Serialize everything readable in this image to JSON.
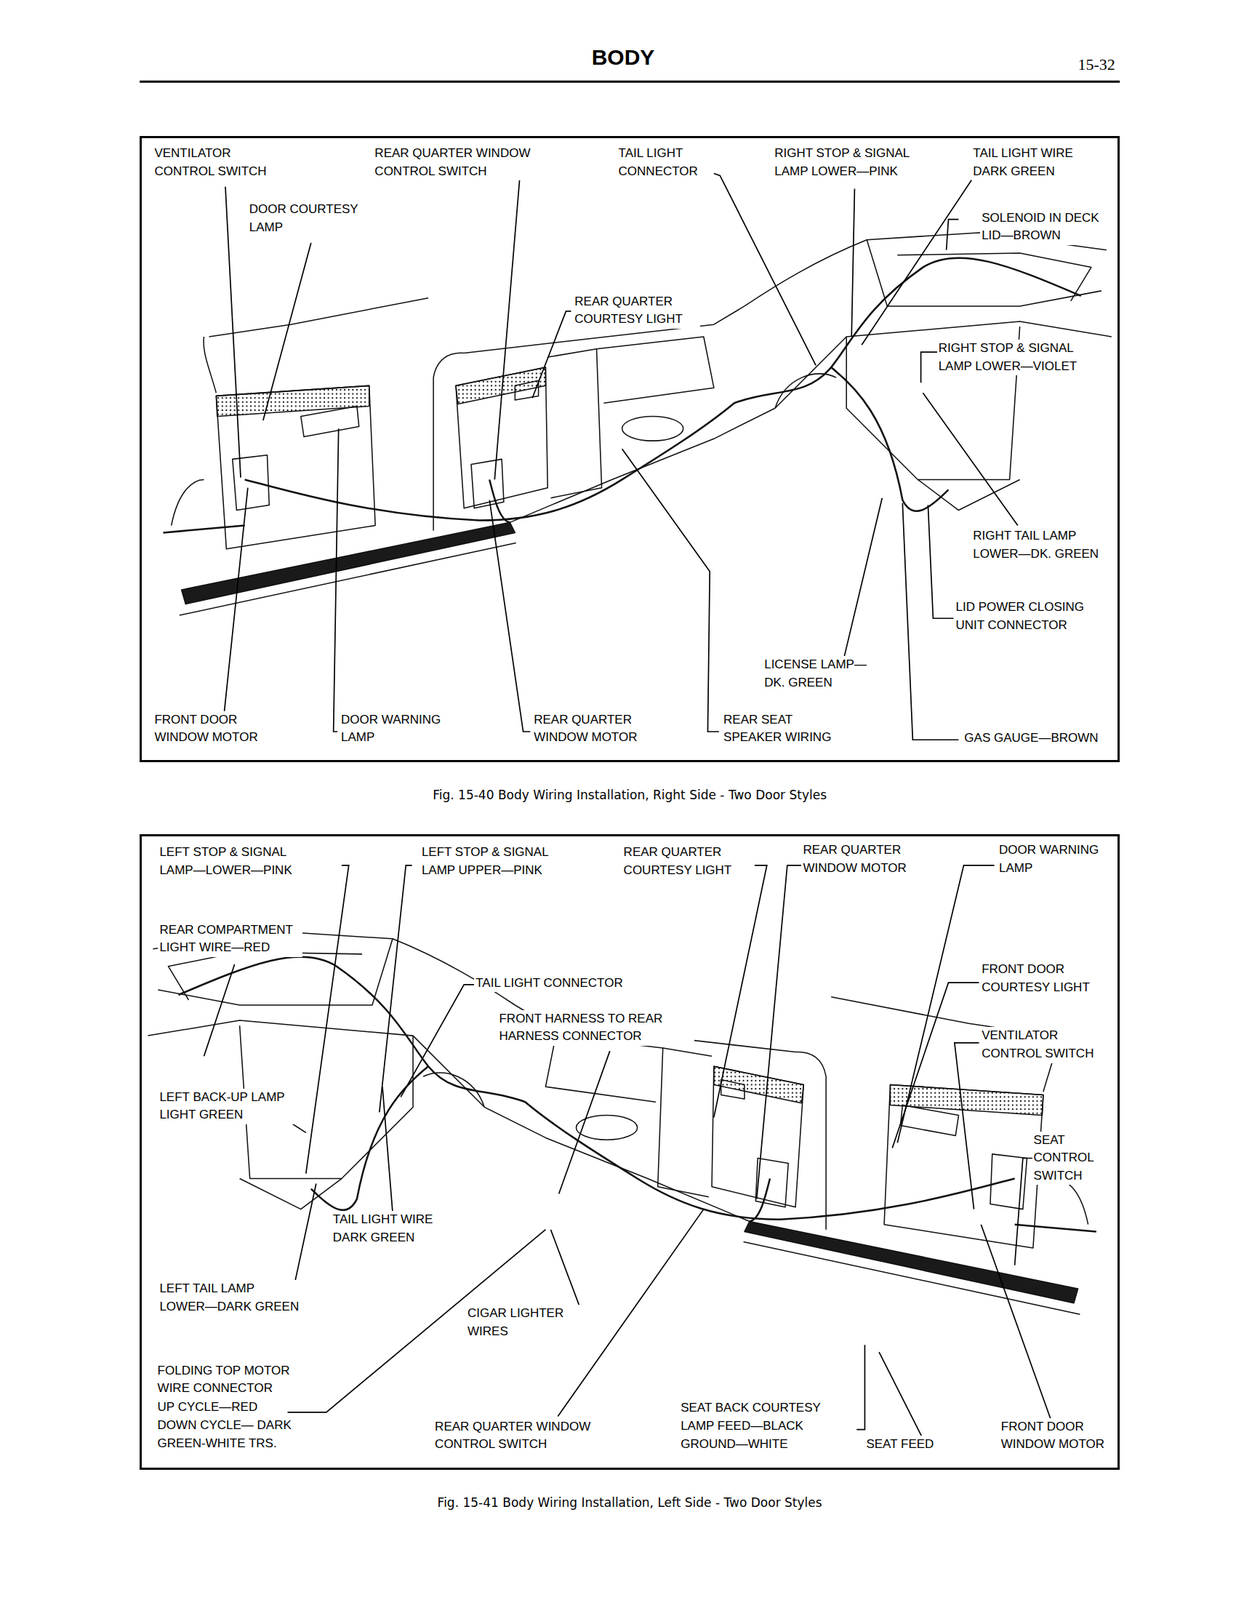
{
  "diagram": {
    "title": "BODY",
    "nodes": [
      {
        "text": [
          "Fig. 15-40  Body Wiring Installation, Right Side - Two Door Styles"
        ]
      },
      {
        "text": [
          "Fig. 15-41  Body Wiring Installation, Left Side - Two Door Styles"
        ]
      }
    ],
    "labels": [
      "15-32",
      "VENTILATOR CONTROL SWITCH",
      "REAR QUARTER WINDOW CONTROL SWITCH",
      "TAIL LIGHT CONNECTOR",
      "RIGHT STOP & SIGNAL LAMP LOWER—PINK",
      "TAIL LIGHT WIRE DARK GREEN",
      "DOOR COURTESY LAMP",
      "SOLENOID IN DECK LID—BROWN",
      "REAR QUARTER COURTESY LIGHT",
      "RIGHT STOP & SIGNAL LAMP LOWER—VIOLET",
      "RIGHT TAIL LAMP LOWER—DK. GREEN",
      "LID POWER CLOSING UNIT CONNECTOR",
      "LICENSE LAMP— DK. GREEN",
      "FRONT DOOR WINDOW MOTOR",
      "DOOR WARNING LAMP",
      "REAR QUARTER WINDOW MOTOR",
      "REAR SEAT SPEAKER WIRING",
      "GAS GAUGE—BROWN",
      "LEFT STOP & SIGNAL LAMP—LOWER—PINK",
      "LEFT STOP & SIGNAL LAMP UPPER—PINK",
      "REAR QUARTER COURTESY LIGHT",
      "REAR QUARTER WINDOW MOTOR",
      "DOOR WARNING LAMP",
      "REAR COMPARTMENT LIGHT WIRE—RED",
      "TAIL LIGHT CONNECTOR",
      "FRONT HARNESS TO REAR HARNESS CONNECTOR",
      "FRONT DOOR COURTESY LIGHT",
      "VENTILATOR CONTROL SWITCH",
      "LEFT BACK-UP LAMP LIGHT GREEN",
      "SEAT CONTROL SWITCH",
      "TAIL LIGHT WIRE DARK GREEN",
      "LEFT TAIL LAMP LOWER—DARK GREEN",
      "CIGAR LIGHTER WIRES",
      "FOLDING TOP MOTOR WIRE CONNECTOR",
      "UP CYCLE—RED",
      "DOWN CYCLE— DARK GREEN-WHITE TRS.",
      "REAR QUARTER WINDOW CONTROL SWITCH",
      "SEAT BACK COURTESY LAMP FEED—BLACK GROUND—WHITE",
      "SEAT FEED",
      "FRONT DOOR WINDOW MOTOR"
    ]
  }
}
